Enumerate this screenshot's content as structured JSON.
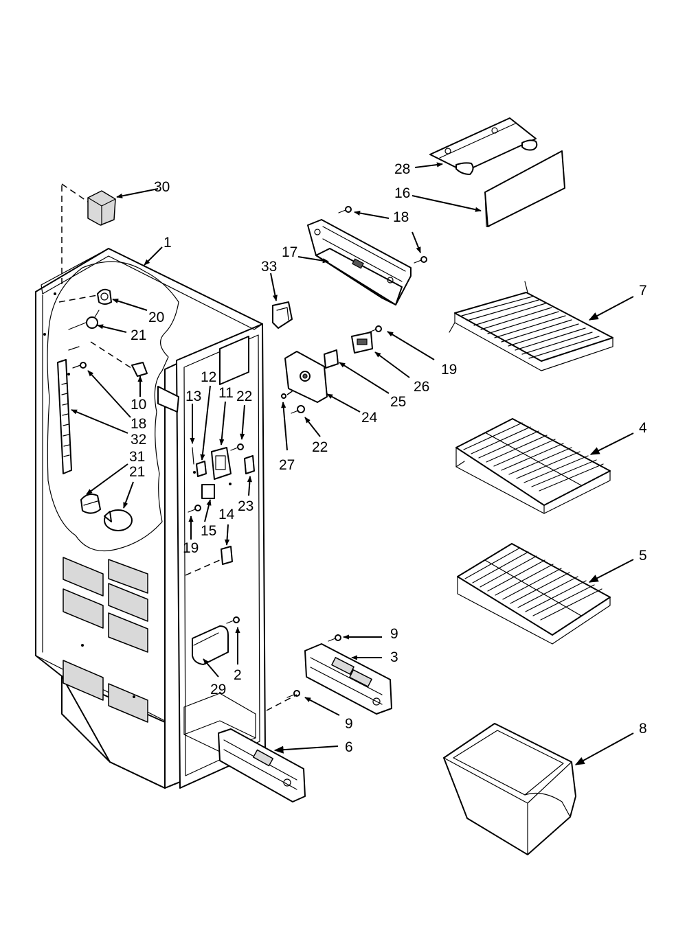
{
  "callouts": [
    {
      "id": "c1",
      "text": "1"
    },
    {
      "id": "c2",
      "text": "2"
    },
    {
      "id": "c3",
      "text": "3"
    },
    {
      "id": "c4",
      "text": "4"
    },
    {
      "id": "c5",
      "text": "5"
    },
    {
      "id": "c6",
      "text": "6"
    },
    {
      "id": "c7",
      "text": "7"
    },
    {
      "id": "c8",
      "text": "8"
    },
    {
      "id": "c9a",
      "text": "9"
    },
    {
      "id": "c9b",
      "text": "9"
    },
    {
      "id": "c10",
      "text": "10"
    },
    {
      "id": "c11",
      "text": "11"
    },
    {
      "id": "c12",
      "text": "12"
    },
    {
      "id": "c13",
      "text": "13"
    },
    {
      "id": "c14",
      "text": "14"
    },
    {
      "id": "c15",
      "text": "15"
    },
    {
      "id": "c16",
      "text": "16"
    },
    {
      "id": "c17",
      "text": "17"
    },
    {
      "id": "c18a",
      "text": "18"
    },
    {
      "id": "c18b",
      "text": "18"
    },
    {
      "id": "c19a",
      "text": "19"
    },
    {
      "id": "c19b",
      "text": "19"
    },
    {
      "id": "c20",
      "text": "20"
    },
    {
      "id": "c21a",
      "text": "21"
    },
    {
      "id": "c21b",
      "text": "21"
    },
    {
      "id": "c22a",
      "text": "22"
    },
    {
      "id": "c22b",
      "text": "22"
    },
    {
      "id": "c23",
      "text": "23"
    },
    {
      "id": "c24",
      "text": "24"
    },
    {
      "id": "c25",
      "text": "25"
    },
    {
      "id": "c26",
      "text": "26"
    },
    {
      "id": "c27",
      "text": "27"
    },
    {
      "id": "c28",
      "text": "28"
    },
    {
      "id": "c29",
      "text": "29"
    },
    {
      "id": "c30",
      "text": "30"
    },
    {
      "id": "c31",
      "text": "31"
    },
    {
      "id": "c32",
      "text": "32"
    },
    {
      "id": "c33",
      "text": "33"
    }
  ]
}
